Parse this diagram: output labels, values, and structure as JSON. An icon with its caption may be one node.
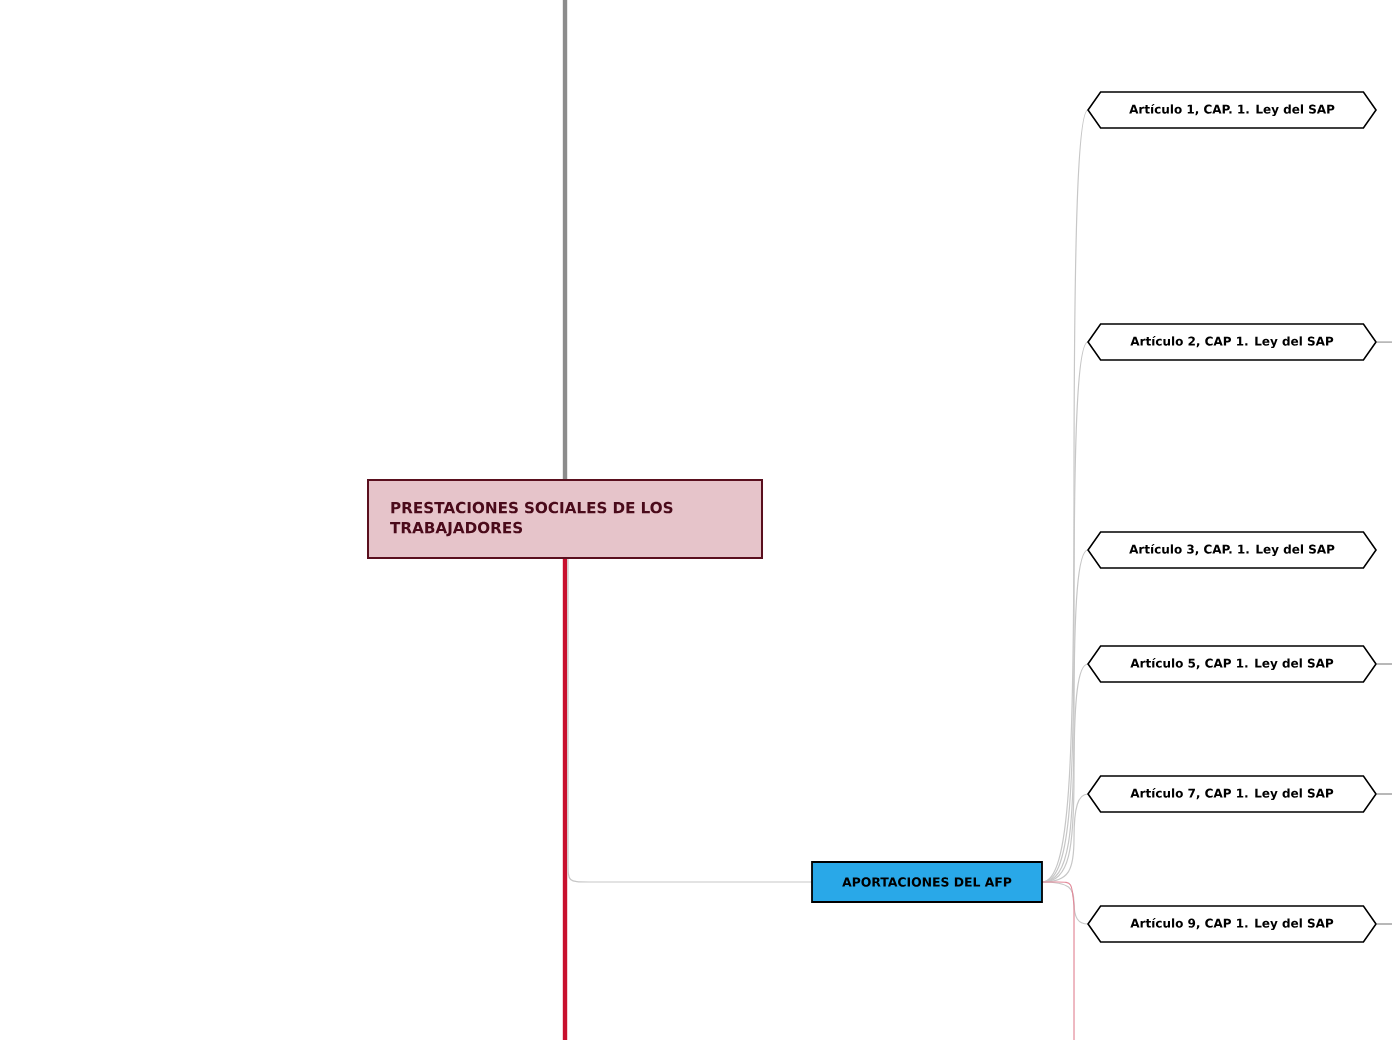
{
  "diagram": {
    "nodes": [
      {
        "text": [
          "PRESTACIONES SOCIALES DE LOS TRABAJADORES"
        ]
      },
      {
        "text": [
          "APORTACIONES DEL AFP"
        ]
      },
      {
        "text": [
          "Artículo 1, CAP. 1. Ley del SAP"
        ]
      },
      {
        "text": [
          "Artículo 2, CAP 1. Ley del SAP"
        ]
      },
      {
        "text": [
          "Artículo 3, CAP. 1. Ley del SAP"
        ]
      },
      {
        "text": [
          "Artículo 5, CAP 1. Ley del SAP"
        ]
      },
      {
        "text": [
          "Artículo 7, CAP 1. Ley del SAP"
        ]
      },
      {
        "text": [
          "Artículo 9, CAP 1. Ley del SAP"
        ]
      }
    ],
    "edges": [
      {
        "from": 0,
        "to": null,
        "arrow": "none",
        "style": "thick",
        "color": "#8c8c8c"
      },
      {
        "from": 0,
        "to": null,
        "arrow": "none",
        "style": "thick",
        "color": "#c8102e"
      },
      {
        "from": 0,
        "to": 1,
        "arrow": "none"
      },
      {
        "from": 1,
        "to": 2,
        "arrow": "none"
      },
      {
        "from": 1,
        "to": 3,
        "arrow": "none"
      },
      {
        "from": 1,
        "to": 4,
        "arrow": "none"
      },
      {
        "from": 1,
        "to": 5,
        "arrow": "none"
      },
      {
        "from": 1,
        "to": 6,
        "arrow": "none"
      },
      {
        "from": 1,
        "to": 7,
        "arrow": "none"
      },
      {
        "from": 1,
        "to": null,
        "arrow": "none",
        "color": "#e38a9a"
      },
      {
        "from": 3,
        "to": null,
        "arrow": "none"
      },
      {
        "from": 5,
        "to": null,
        "arrow": "none"
      },
      {
        "from": 6,
        "to": null,
        "arrow": "none"
      },
      {
        "from": 7,
        "to": null,
        "arrow": "none"
      }
    ]
  }
}
